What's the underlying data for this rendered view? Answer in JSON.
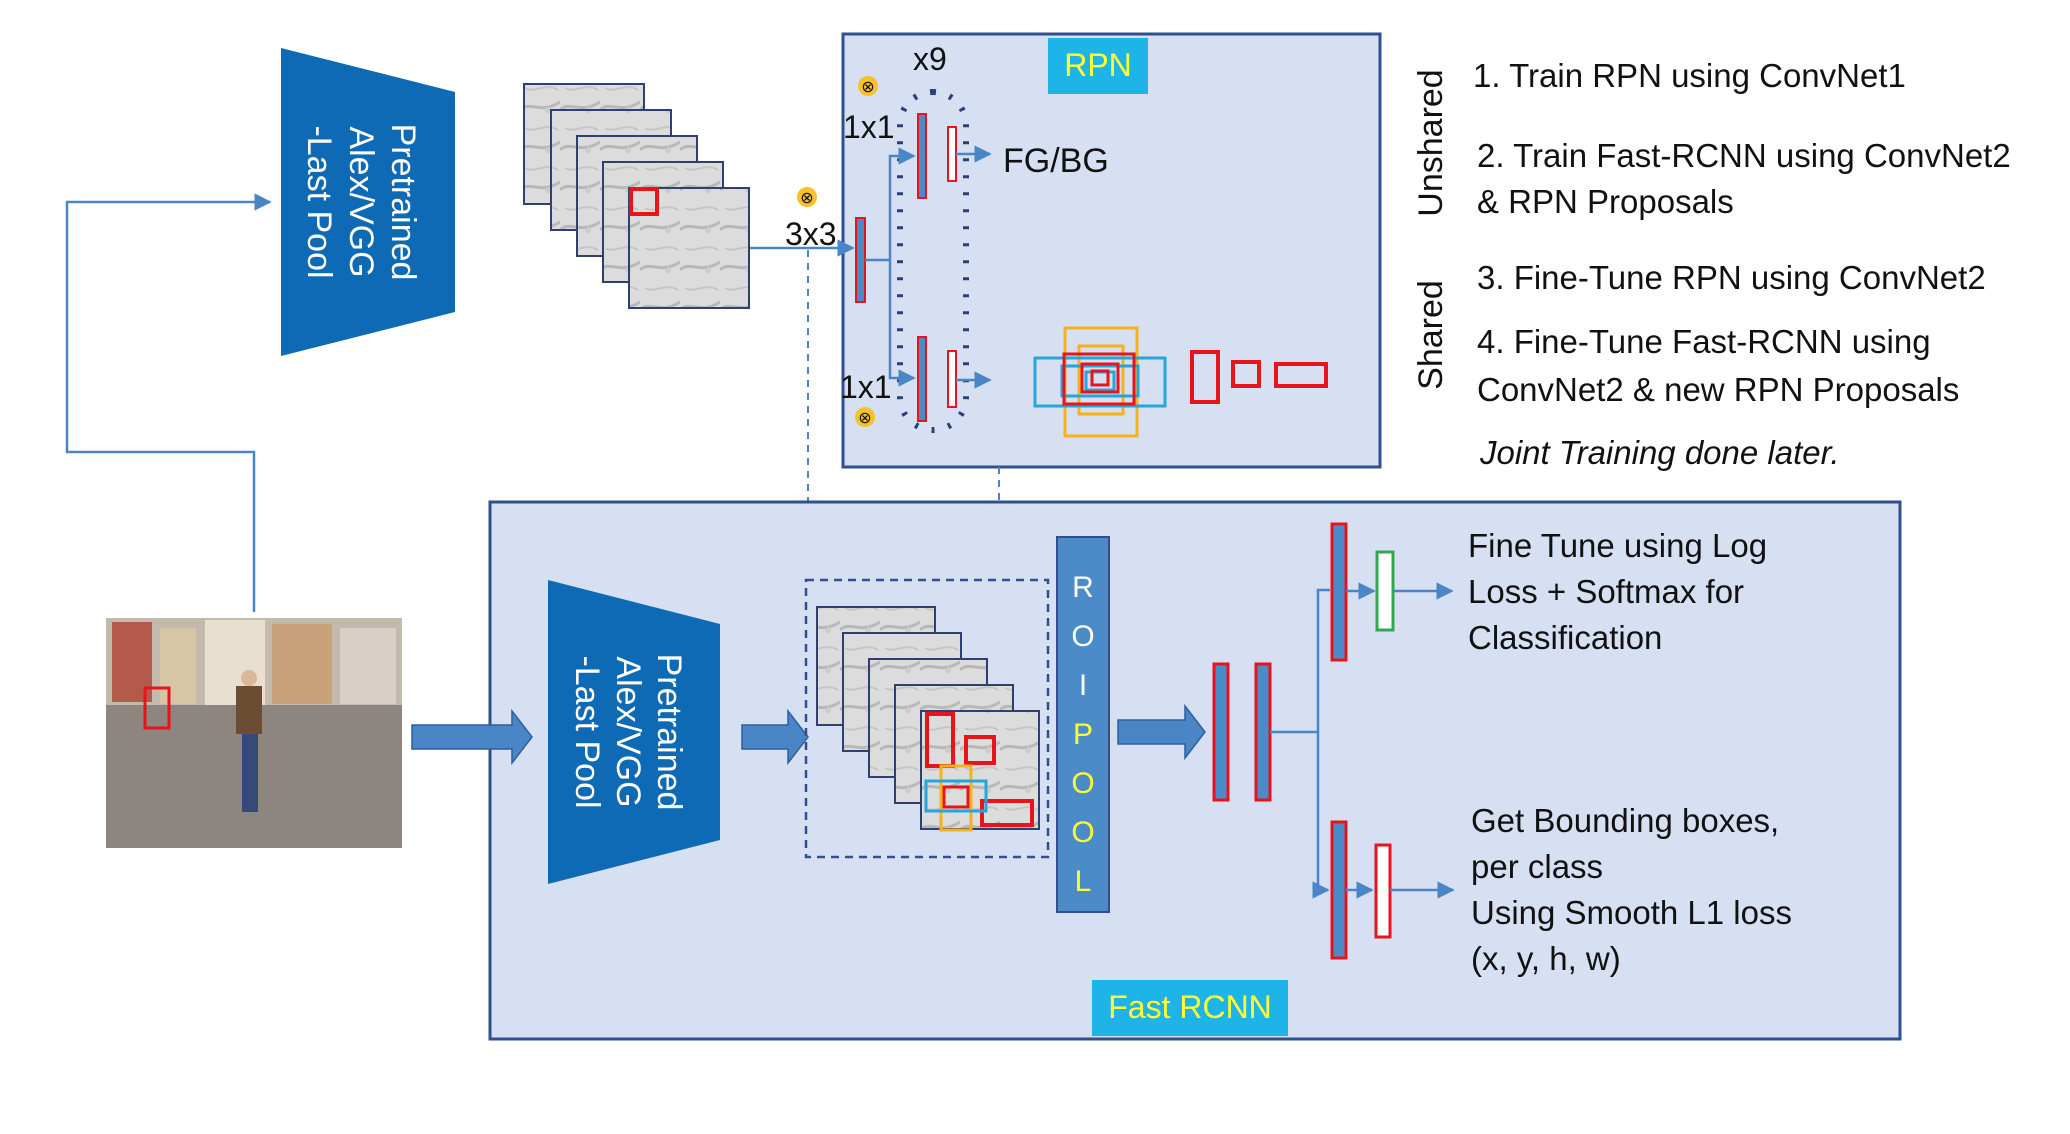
{
  "convnet_top": {
    "line1": "Pretrained",
    "line2": "Alex/VGG",
    "line3": "-Last Pool"
  },
  "convnet_bottom": {
    "line1": "Pretrained",
    "line2": "Alex/VGG",
    "line3": "-Last Pool"
  },
  "rpn": {
    "title": "RPN",
    "x9": "x9",
    "k1_top": "1x1",
    "k1_bottom": "1x1",
    "k3": "3x3",
    "fgbg": "FG/BG"
  },
  "roi_pool": {
    "letters": [
      "R",
      "O",
      "I",
      "P",
      "O",
      "O",
      "L"
    ]
  },
  "fast_rcnn": {
    "title": "Fast RCNN",
    "cls_text": [
      "Fine Tune using Log",
      "Loss + Softmax for",
      "Classification"
    ],
    "bbox_text": [
      "Get Bounding boxes,",
      "per class",
      "Using Smooth L1 loss",
      "(x, y, h, w)"
    ]
  },
  "steps": {
    "unshared_label": "Unshared",
    "shared_label": "Shared",
    "s1": "1. Train RPN using ConvNet1",
    "s2a": "2. Train Fast-RCNN using ConvNet2",
    "s2b": "& RPN Proposals",
    "s3": "3. Fine-Tune RPN using ConvNet2",
    "s4a": "4. Fine-Tune Fast-RCNN using",
    "s4b": "ConvNet2 & new RPN Proposals",
    "note": "Joint Training done later."
  },
  "colors": {
    "convnet_blue": "#0f6ab5",
    "panel_fill": "#d6e0f2",
    "panel_border": "#2f4f8f",
    "tag_bg": "#1fb4e8",
    "roi_fill": "#4a8bc8",
    "red": "#e8141c",
    "orange": "#f6b21b",
    "cyan": "#23a6dc",
    "green": "#2daa4a",
    "arrow_blue": "#4a86c5"
  }
}
